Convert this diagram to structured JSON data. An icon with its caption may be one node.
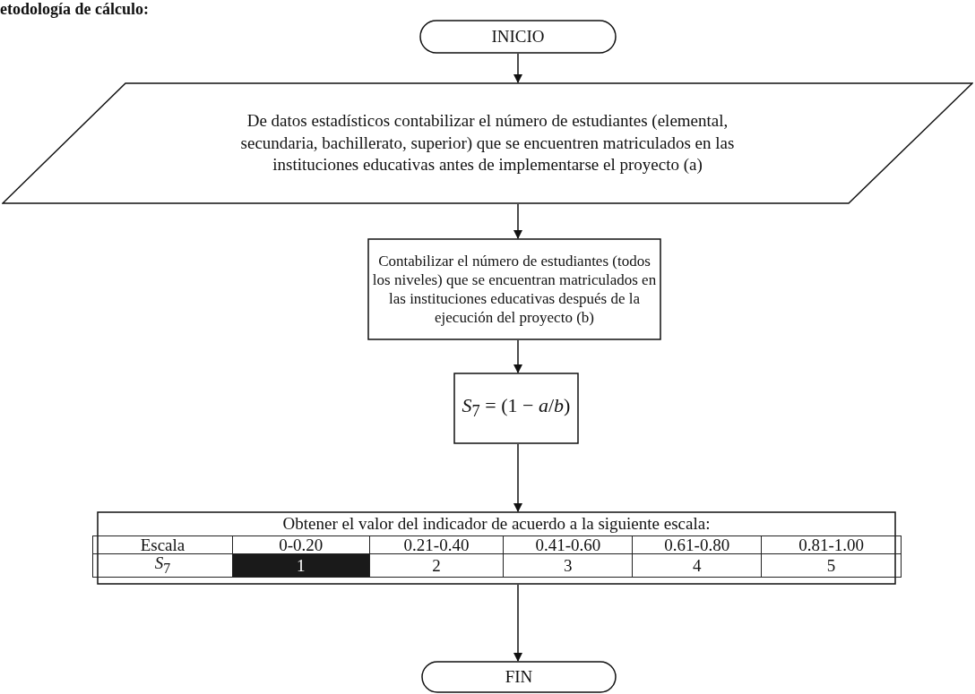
{
  "diagram": {
    "title": "etodología de cálculo:",
    "nodes": [
      {
        "text": [
          "INICIO"
        ]
      },
      {
        "text": [
          "De datos estadísticos contabilizar el número de estudiantes (elemental, secundaria, bachillerato, superior) que se encuentren matriculados en las instituciones educativas antes de implementarse el proyecto (a)"
        ]
      },
      {
        "text": [
          "Contabilizar el número de estudiantes (todos los niveles) que se encuentran matriculados en las instituciones educativas después de la ejecución del proyecto (b)"
        ]
      },
      {
        "text": [
          "*S*$_{7}$ = (1 − *a*/*b*)"
        ]
      },
      {
        "text": [
          "Obtener el valor del indicador de acuerdo a la siguiente escala:"
        ]
      },
      {
        "text": [
          "FIN"
        ]
      }
    ],
    "edges": [
      {
        "from": 0,
        "to": 1,
        "arrow": "to"
      },
      {
        "from": 1,
        "to": 2,
        "arrow": "to"
      },
      {
        "from": 2,
        "to": 3,
        "arrow": "to"
      },
      {
        "from": 3,
        "to": 4,
        "arrow": "to"
      },
      {
        "from": 4,
        "to": 5,
        "arrow": "to"
      }
    ],
    "labels": [
      "Escala",
      "0-0.20",
      "0.21-0.40",
      "0.41-0.60",
      "0.61-0.80",
      "0.81-1.00",
      "*S*$_{7}$",
      "1",
      "2",
      "3",
      "4",
      "5"
    ]
  }
}
